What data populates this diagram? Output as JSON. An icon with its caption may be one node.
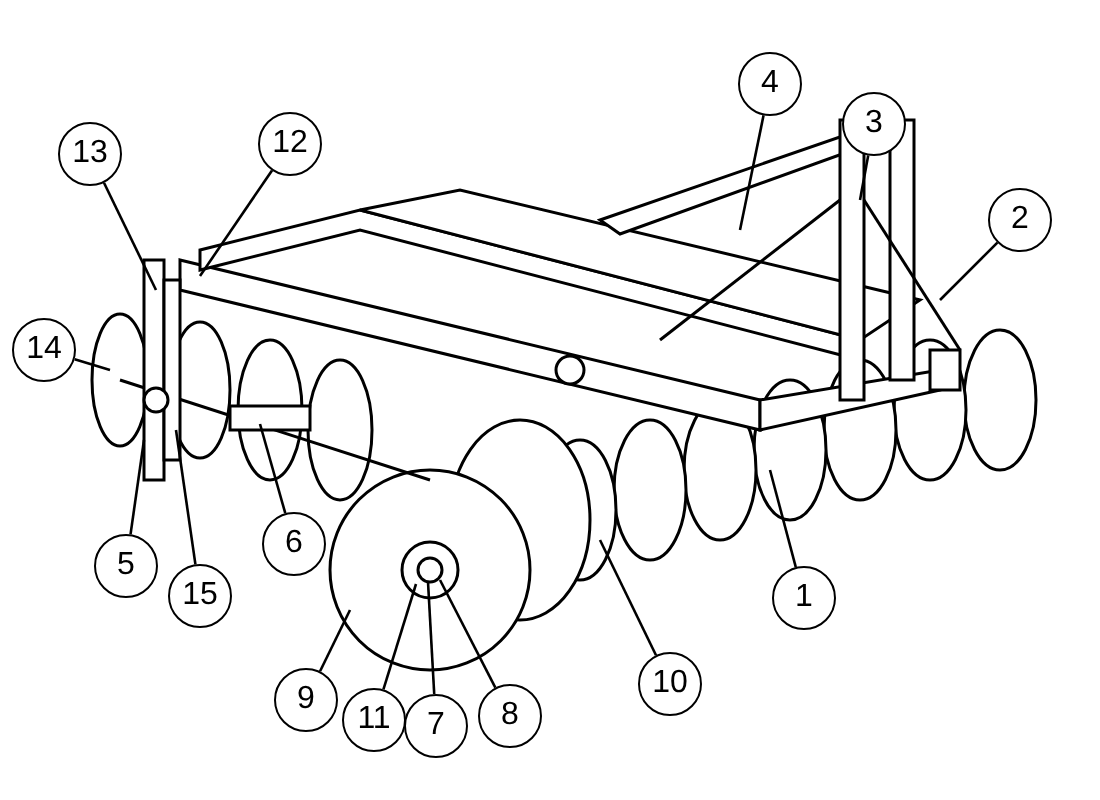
{
  "diagram": {
    "nodes": [
      {
        "text": [
          "13"
        ]
      },
      {
        "text": [
          "12"
        ]
      },
      {
        "text": [
          "4"
        ]
      },
      {
        "text": [
          "3"
        ]
      },
      {
        "text": [
          "2"
        ]
      },
      {
        "text": [
          "14"
        ]
      },
      {
        "text": [
          "5"
        ]
      },
      {
        "text": [
          "15"
        ]
      },
      {
        "text": [
          "6"
        ]
      },
      {
        "text": [
          "9"
        ]
      },
      {
        "text": [
          "11"
        ]
      },
      {
        "text": [
          "7"
        ]
      },
      {
        "text": [
          "8"
        ]
      },
      {
        "text": [
          "10"
        ]
      },
      {
        "text": [
          "1"
        ]
      }
    ],
    "edges": [
      {
        "from": 0,
        "to": null,
        "arrow": "none"
      },
      {
        "from": 1,
        "to": null,
        "arrow": "none"
      },
      {
        "from": 2,
        "to": null,
        "arrow": "none"
      },
      {
        "from": 3,
        "to": null,
        "arrow": "none"
      },
      {
        "from": 4,
        "to": null,
        "arrow": "none"
      },
      {
        "from": 5,
        "to": null,
        "arrow": "none"
      },
      {
        "from": 6,
        "to": null,
        "arrow": "none"
      },
      {
        "from": 7,
        "to": null,
        "arrow": "none"
      },
      {
        "from": 8,
        "to": null,
        "arrow": "none"
      },
      {
        "from": 9,
        "to": null,
        "arrow": "none"
      },
      {
        "from": 10,
        "to": null,
        "arrow": "none"
      },
      {
        "from": 11,
        "to": null,
        "arrow": "none"
      },
      {
        "from": 12,
        "to": null,
        "arrow": "none"
      },
      {
        "from": 13,
        "to": null,
        "arrow": "none"
      },
      {
        "from": 14,
        "to": null,
        "arrow": "none"
      }
    ]
  }
}
